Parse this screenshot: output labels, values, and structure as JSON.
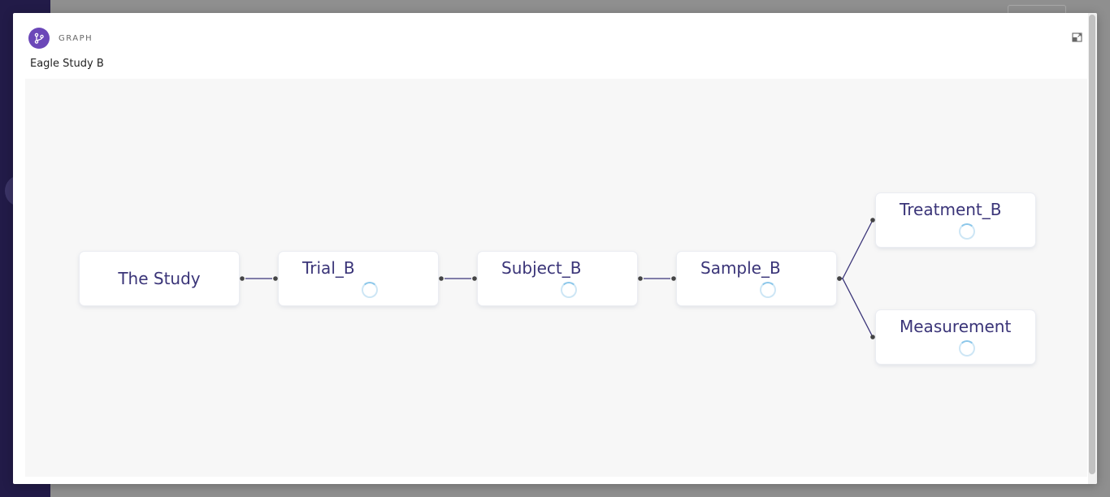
{
  "modal": {
    "type_label": "GRAPH",
    "title": "Eagle Study B"
  },
  "icons": {
    "type": "graph-branch-icon",
    "minimize": "minimize-icon",
    "loading": "loading-spinner"
  },
  "colors": {
    "accent": "#6b47b8",
    "node_text": "#3a3478",
    "edge": "#3a3478",
    "spinner": "#8cc7ea",
    "canvas_bg": "#f7f7f7",
    "sidebar_bg": "#221b48"
  },
  "graph": {
    "nodes": [
      {
        "id": "study",
        "label": "The Study",
        "loading": false
      },
      {
        "id": "trial",
        "label": "Trial_B",
        "loading": true
      },
      {
        "id": "subject",
        "label": "Subject_B",
        "loading": true
      },
      {
        "id": "sample",
        "label": "Sample_B",
        "loading": true
      },
      {
        "id": "treatment",
        "label": "Treatment_B",
        "loading": true
      },
      {
        "id": "measurement",
        "label": "Measurement",
        "loading": true
      }
    ],
    "edges": [
      [
        "study",
        "trial"
      ],
      [
        "trial",
        "subject"
      ],
      [
        "subject",
        "sample"
      ],
      [
        "sample",
        "treatment"
      ],
      [
        "sample",
        "measurement"
      ]
    ]
  }
}
